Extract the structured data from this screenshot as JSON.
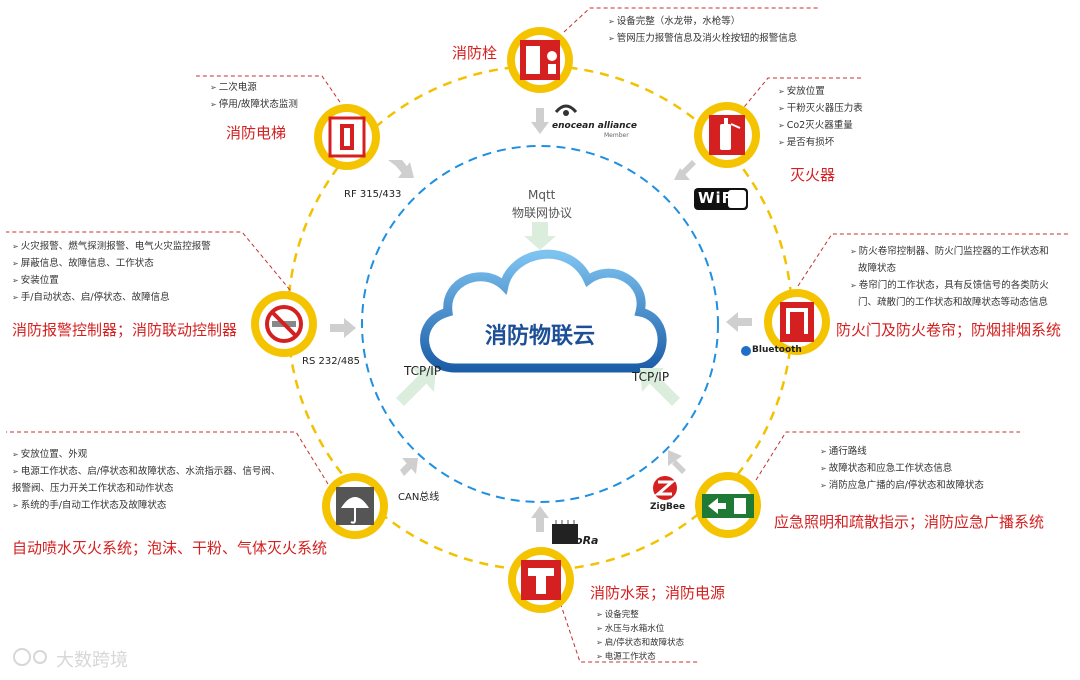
{
  "center": {
    "title": "消防物联云"
  },
  "mqtt": {
    "line1": "Mqtt",
    "line2": "物联网协议"
  },
  "protocols": {
    "rf": "RF 315/433",
    "rs": "RS 232/485",
    "can": "CAN总线",
    "tcp_left": "TCP/IP",
    "tcp_right": "TCP/IP"
  },
  "logos": {
    "enocean": "enocean alliance",
    "enocean_sub": "Member",
    "wifi": "WiFi",
    "bluetooth": "Bluetooth",
    "zigbee": "ZigBee",
    "lora": "LoRa"
  },
  "nodes": {
    "hydrant": {
      "title": "消防栓",
      "info": [
        "设备完整（水龙带，水枪等）",
        "管网压力报警信息及消火栓按钮的报警信息"
      ]
    },
    "extinguisher": {
      "title": "灭火器",
      "info": [
        "安放位置",
        "干粉灭火器压力表",
        "Co2灭火器重量",
        "是否有损坏"
      ]
    },
    "elevator": {
      "title": "消防电梯",
      "info": [
        "二次电源",
        "停用/故障状态监测"
      ]
    },
    "alarm": {
      "title": "消防报警控制器；消防联动控制器",
      "info": [
        "火灾报警、燃气探测报警、电气火灾监控报警",
        "屏蔽信息、故障信息、工作状态",
        "安装位置",
        "手/自动状态、启/停状态、故障信息"
      ]
    },
    "firedoor": {
      "title": "防火门及防火卷帘；防烟排烟系统",
      "info": [
        "防火卷帘控制器、防火门监控器的工作状态和",
        "故障状态",
        "卷帘门的工作状态，具有反馈信号的各类防火",
        "门、疏散门的工作状态和故障状态等动态信息"
      ]
    },
    "sprinkler": {
      "title": "自动喷水灭火系统；泡沫、干粉、气体灭火系统",
      "info": [
        "安放位置、外观",
        "电源工作状态、启/停状态和故障状态、水流指示器、信号阀、",
        "报警阀、压力开关工作状态和动作状态",
        "系统的手/自动工作状态及故障状态"
      ]
    },
    "emergency": {
      "title": "应急照明和疏散指示；消防应急广播系统",
      "info": [
        "通行路线",
        "故障状态和应急工作状态信息",
        "消防应急广播的启/停状态和故障状态"
      ]
    },
    "pump": {
      "title": "消防水泵；消防电源",
      "info": [
        "设备完整",
        "水压与水箱水位",
        "启/停状态和故障状态",
        "电源工作状态"
      ]
    }
  },
  "watermark": "大数跨境",
  "colors": {
    "accent": "#d42020",
    "ring": "#f2c200",
    "dash_blue": "#1f8fe0",
    "arrow": "#c8c8c8"
  }
}
